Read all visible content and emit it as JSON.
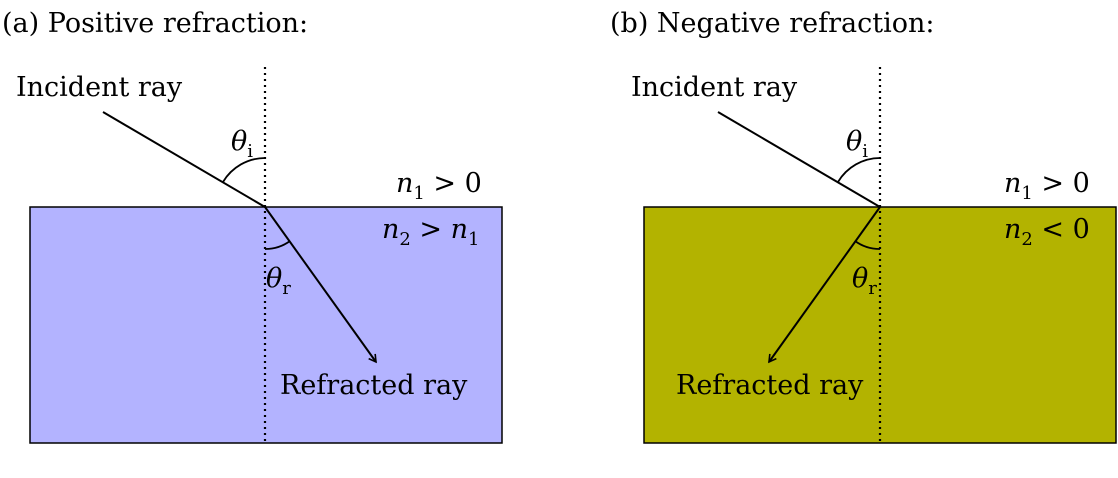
{
  "panels": [
    {
      "heading": "(a) Positive refraction:",
      "incident_label": "Incident ray",
      "refracted_label": "Refracted ray",
      "theta_i": {
        "sym": "θ",
        "sub": "i"
      },
      "theta_r": {
        "sym": "θ",
        "sub": "r"
      },
      "n_top": {
        "sym": "n",
        "sub": "1",
        "rel": " > 0"
      },
      "n_bottom": {
        "sym": "n",
        "sub": "2",
        "rel": " > ",
        "rhs_sym": "n",
        "rhs_sub": "1"
      },
      "medium_color": "#b3b3ff"
    },
    {
      "heading": "(b) Negative refraction:",
      "incident_label": "Incident ray",
      "refracted_label": "Refracted ray",
      "theta_i": {
        "sym": "θ",
        "sub": "i"
      },
      "theta_r": {
        "sym": "θ",
        "sub": "r"
      },
      "n_top": {
        "sym": "n",
        "sub": "1",
        "rel": " > 0"
      },
      "n_bottom": {
        "sym": "n",
        "sub": "2",
        "rel": " < 0"
      },
      "medium_color": "#b3b300"
    }
  ]
}
